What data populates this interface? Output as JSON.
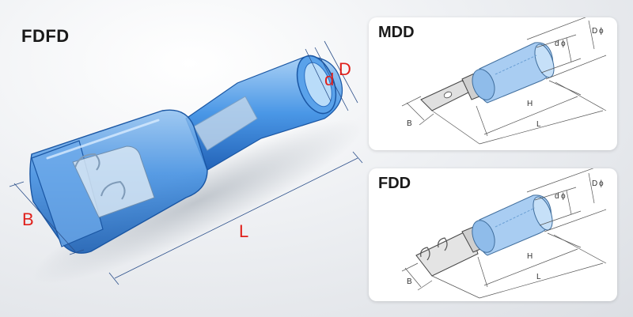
{
  "main": {
    "title": "FDFD",
    "labels": {
      "D": "D",
      "d": "d",
      "B": "B",
      "L": "L"
    }
  },
  "mdd": {
    "title": "MDD",
    "labels": {
      "D": "D",
      "d": "d",
      "H": "H",
      "L": "L",
      "B": "B",
      "phi": "ϕ"
    }
  },
  "fdd": {
    "title": "FDD",
    "labels": {
      "D": "D",
      "d": "d",
      "H": "H",
      "L": "L",
      "B": "B",
      "phi": "ϕ"
    }
  },
  "colors": {
    "insulation": "#2f7fd6",
    "dimension_text": "#e0201b",
    "metal": "#c9c9c9"
  }
}
